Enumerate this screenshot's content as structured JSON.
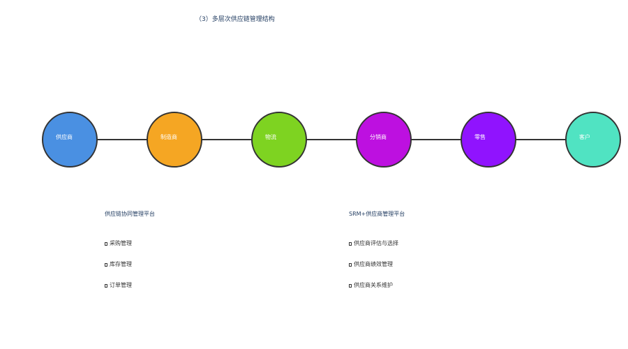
{
  "title": "（3）多层次供应链管理结构",
  "nodes": [
    {
      "label": "供应商",
      "color": "#4A90E2"
    },
    {
      "label": "制造商",
      "color": "#F5A623"
    },
    {
      "label": "物流",
      "color": "#7ED321"
    },
    {
      "label": "分销商",
      "color": "#BD10E0"
    },
    {
      "label": "零售",
      "color": "#9013FE"
    },
    {
      "label": "客户",
      "color": "#50E3C2"
    }
  ],
  "panels": [
    {
      "title": "供应链协同管理平台",
      "items": [
        "采购管理",
        "库存管理",
        "订单管理"
      ]
    },
    {
      "title": "SRM+供应商管理平台",
      "items": [
        "供应商评估与选择",
        "供应商绩效管理",
        "供应商关系维护"
      ]
    }
  ],
  "colors": {
    "edge": "#333333",
    "node_stroke": "#333333",
    "title": "#1f3a5f"
  }
}
